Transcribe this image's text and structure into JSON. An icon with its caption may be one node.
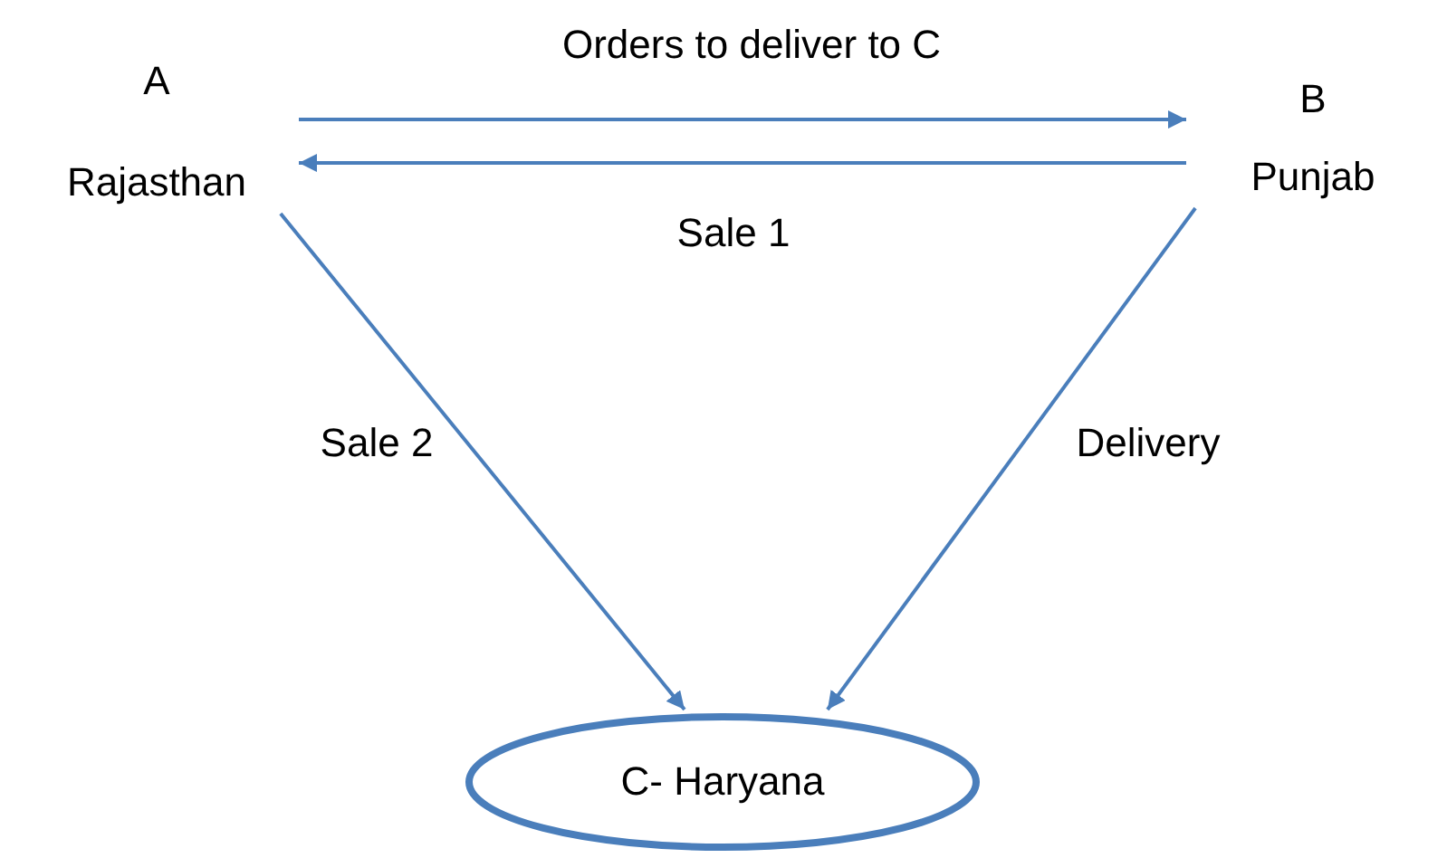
{
  "diagram": {
    "nodes": [
      {
        "text": [
          "A",
          "Rajasthan"
        ]
      },
      {
        "text": [
          "B",
          "Punjab"
        ]
      },
      {
        "text": [
          "C- Haryana"
        ]
      }
    ],
    "edges": [
      {
        "from": 0,
        "to": 1,
        "arrow": "to",
        "label": "Orders to deliver to C"
      },
      {
        "from": 1,
        "to": 0,
        "arrow": "to",
        "label": "Sale 1"
      },
      {
        "from": 0,
        "to": 2,
        "arrow": "to",
        "label": "Sale 2"
      },
      {
        "from": 1,
        "to": 2,
        "arrow": "to",
        "label": "Delivery"
      }
    ]
  }
}
